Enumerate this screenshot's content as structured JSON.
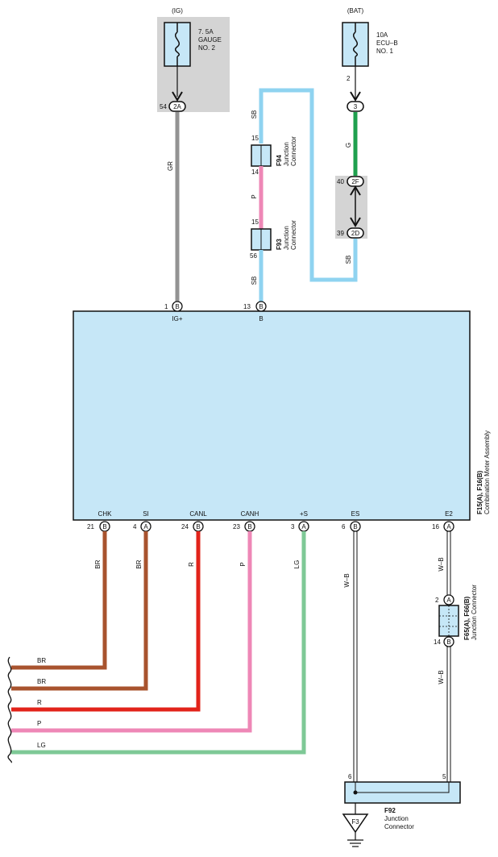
{
  "fuses": {
    "ig": {
      "source": "(IG)",
      "line1": "7. 5A",
      "line2": "GAUGE",
      "line3": "NO. 2"
    },
    "bat": {
      "source": "(BAT)",
      "line1": "10A",
      "line2": "ECU–B",
      "line3": "NO. 1",
      "pin": "2"
    }
  },
  "connectors": {
    "ig_2a": {
      "num": "54",
      "label": "2A"
    },
    "bat_3": {
      "label": "3"
    },
    "c_2f": {
      "num": "40",
      "label": "2F"
    },
    "c_2d": {
      "num": "39",
      "label": "2D"
    },
    "f94": {
      "id": "F94",
      "name1": "Junction",
      "name2": "Connector",
      "pin_top": "15",
      "pin_bottom": "14"
    },
    "f93": {
      "id": "F93",
      "name1": "Junction",
      "name2": "Connector",
      "pin_top": "15",
      "pin_bottom": "56"
    },
    "f65": {
      "id": "F65(A), F66(B)",
      "name": "Junction Connector",
      "pin_top": "2",
      "pin_top_letter": "A",
      "pin_bottom": "14",
      "pin_bottom_letter": "B"
    },
    "f92": {
      "id": "F92",
      "name1": "Junction",
      "name2": "Connector",
      "pin_left": "6",
      "pin_right": "5"
    },
    "ground": {
      "label": "F3"
    }
  },
  "wires": {
    "gr": "GR",
    "sb_top": "SB",
    "p_mid": "P",
    "sb_mid": "SB",
    "g": "G",
    "sb_right": "SB",
    "br1": "BR",
    "br2": "BR",
    "r": "R",
    "p": "P",
    "lg": "LG",
    "wb1": "W–B",
    "wb2": "W–B",
    "wb3": "W–B"
  },
  "meter": {
    "id": "F15(A), F16(B)",
    "name": "Combination Meter Assembly",
    "top_pins": [
      {
        "num": "1",
        "letter": "B",
        "name": "IG+"
      },
      {
        "num": "13",
        "letter": "B",
        "name": "B"
      }
    ],
    "bottom_pins": [
      {
        "num": "21",
        "letter": "B",
        "name": "CHK"
      },
      {
        "num": "4",
        "letter": "A",
        "name": "SI"
      },
      {
        "num": "24",
        "letter": "B",
        "name": "CANL"
      },
      {
        "num": "23",
        "letter": "B",
        "name": "CANH"
      },
      {
        "num": "3",
        "letter": "A",
        "name": "+S"
      },
      {
        "num": "6",
        "letter": "B",
        "name": "ES"
      },
      {
        "num": "16",
        "letter": "A",
        "name": "E2"
      }
    ]
  },
  "bus_labels": [
    "BR",
    "BR",
    "R",
    "P",
    "LG"
  ],
  "colors": {
    "gray_box": "#d4d4d4",
    "light_blue": "#c6e7f7",
    "sb": "#8fd3f0",
    "gr": "#939393",
    "pink": "#ee87b6",
    "green": "#1fa04e",
    "brown": "#a8532e",
    "red": "#e2231a",
    "lg": "#7ec996"
  }
}
